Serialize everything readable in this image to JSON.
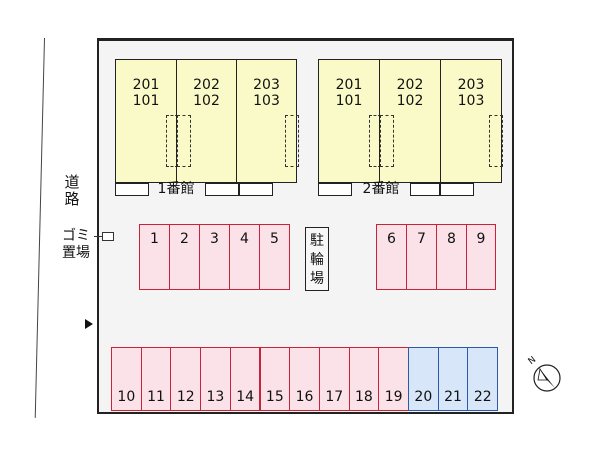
{
  "road_label": "道路",
  "trash_label_line1": "ゴミ",
  "trash_label_line2": "置場",
  "bicycle_parking_label": "駐輪場",
  "buildings": [
    {
      "name": "1番館",
      "units": [
        {
          "upper": "201",
          "lower": "101"
        },
        {
          "upper": "202",
          "lower": "102"
        },
        {
          "upper": "203",
          "lower": "103"
        }
      ]
    },
    {
      "name": "2番館",
      "units": [
        {
          "upper": "201",
          "lower": "101"
        },
        {
          "upper": "202",
          "lower": "102"
        },
        {
          "upper": "203",
          "lower": "103"
        }
      ]
    }
  ],
  "parking": {
    "row_left": [
      "1",
      "2",
      "3",
      "4",
      "5"
    ],
    "row_right": [
      "6",
      "7",
      "8",
      "9"
    ],
    "row_bottom_pink": [
      "10",
      "11",
      "12",
      "13",
      "14",
      "15",
      "16",
      "17",
      "18",
      "19"
    ],
    "row_bottom_blue": [
      "20",
      "21",
      "22"
    ]
  },
  "compass_letter": "N",
  "colors": {
    "building": "#fafac8",
    "parking_standard": "#fbe2e8",
    "parking_standard_border": "#c8233a",
    "parking_alt": "#d7e6f8",
    "parking_alt_border": "#2d5aa8"
  }
}
